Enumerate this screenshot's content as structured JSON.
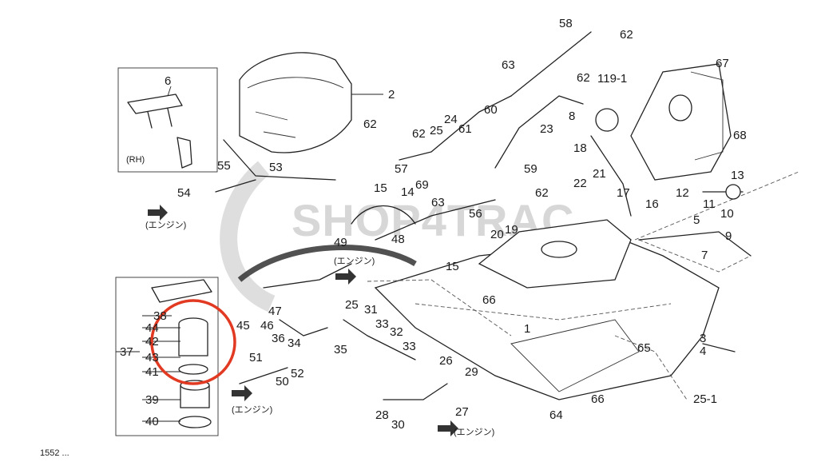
{
  "labels": {
    "rh": "(RH)",
    "engine": "(エンジン)",
    "watermark": "SHOP4TRAC",
    "footnote": "1552 ..."
  },
  "callouts": [
    "6",
    "2",
    "62",
    "63",
    "58",
    "62",
    "119-1",
    "67",
    "62",
    "8",
    "60",
    "24",
    "25",
    "61",
    "62",
    "23",
    "68",
    "55",
    "53",
    "57",
    "69",
    "14",
    "15",
    "59",
    "18",
    "21",
    "22",
    "13",
    "54",
    "63",
    "56",
    "62",
    "12",
    "17",
    "16",
    "10",
    "11",
    "5",
    "9",
    "49",
    "48",
    "20",
    "19",
    "15",
    "7",
    "38",
    "44",
    "42",
    "43",
    "41",
    "37",
    "39",
    "40",
    "45",
    "47",
    "46",
    "36",
    "35",
    "34",
    "31",
    "25",
    "66",
    "33",
    "32",
    "33",
    "26",
    "29",
    "3",
    "4",
    "65",
    "51",
    "50",
    "52",
    "28",
    "30",
    "27",
    "64",
    "66",
    "25-1",
    "1"
  ],
  "highlight": {
    "color": "#e23a22",
    "part": "42"
  }
}
